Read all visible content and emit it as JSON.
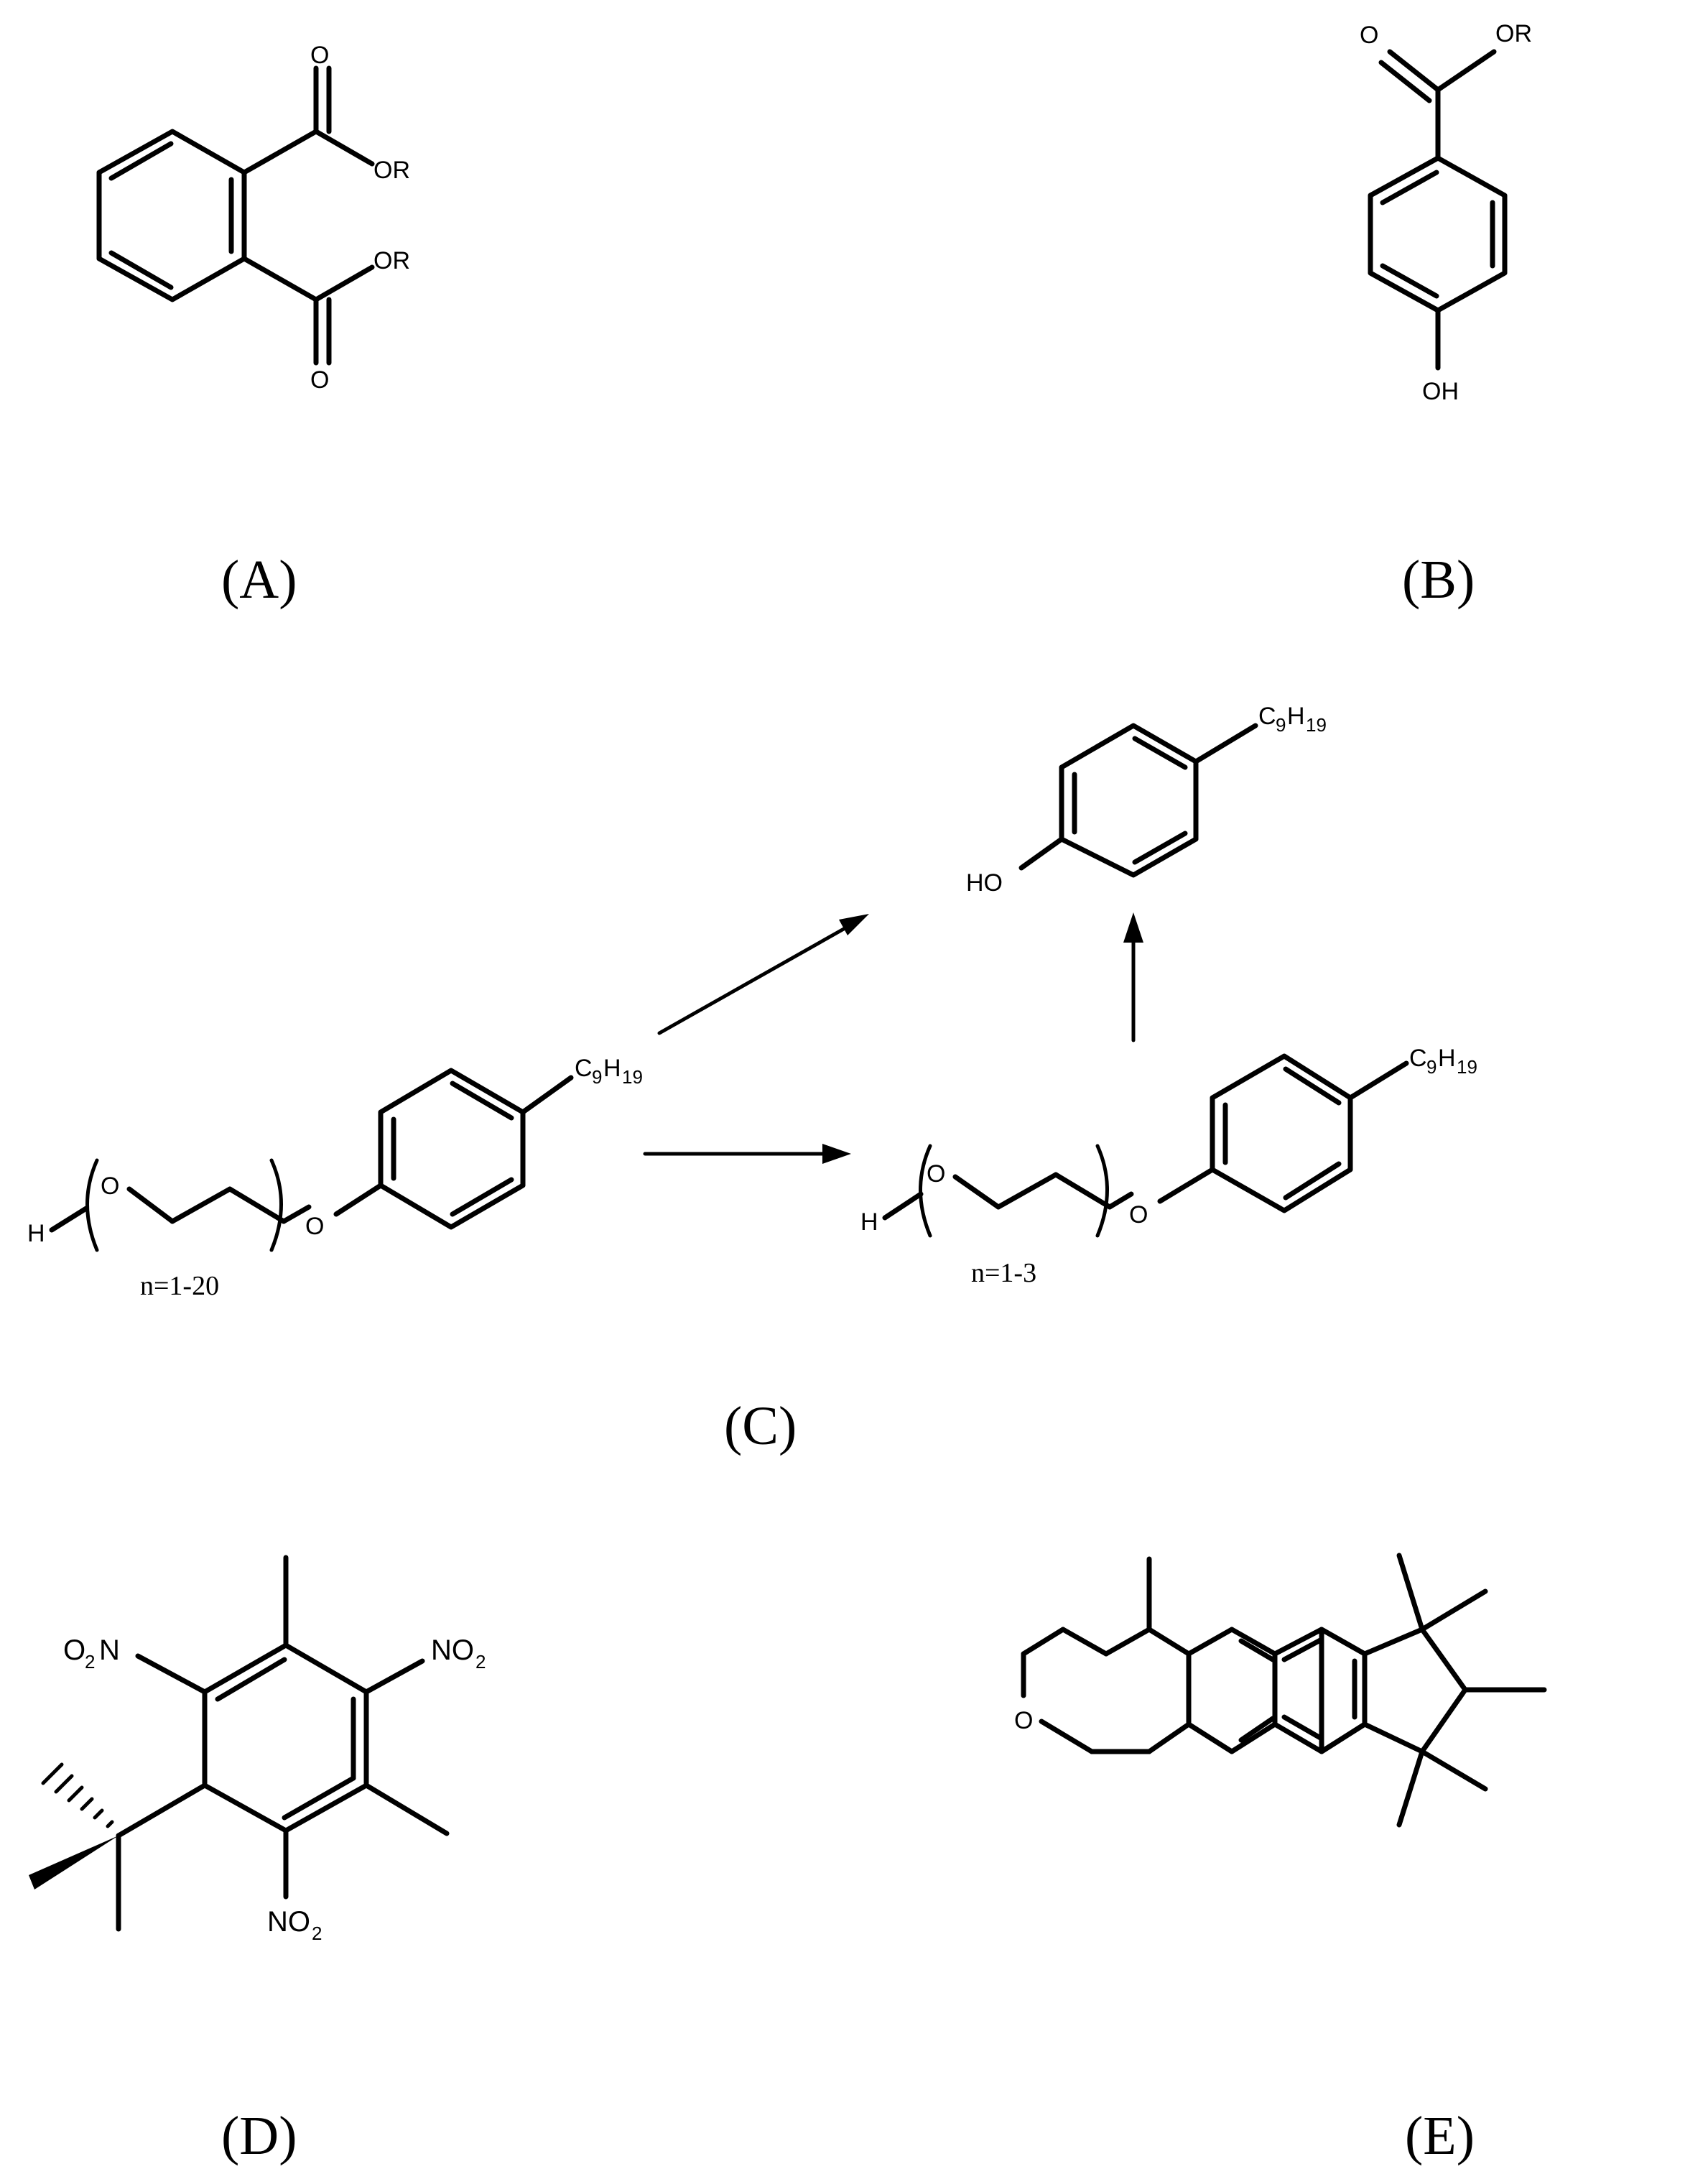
{
  "panels": {
    "A": {
      "label": "(A)",
      "atoms": {
        "o_top": "O",
        "or_top": "OR",
        "or_bottom": "OR",
        "o_bottom": "O"
      }
    },
    "B": {
      "label": "(B)",
      "atoms": {
        "o": "O",
        "or": "OR",
        "oh": "OH"
      }
    },
    "C": {
      "label": "(C)",
      "substituent": "C",
      "sub_9": "9",
      "sub_h": "H",
      "sub_19": "19",
      "atoms": {
        "h": "H",
        "o": "O",
        "ho": "HO"
      },
      "n_left": "n=1-20",
      "n_right": "n=1-3"
    },
    "D": {
      "label": "(D)",
      "no2_prefix_o": "O",
      "no2_sub2": "2",
      "no2_n": "N",
      "no2_o": "NO"
    },
    "E": {
      "label": "(E)",
      "atoms": {
        "o": "O"
      }
    }
  }
}
